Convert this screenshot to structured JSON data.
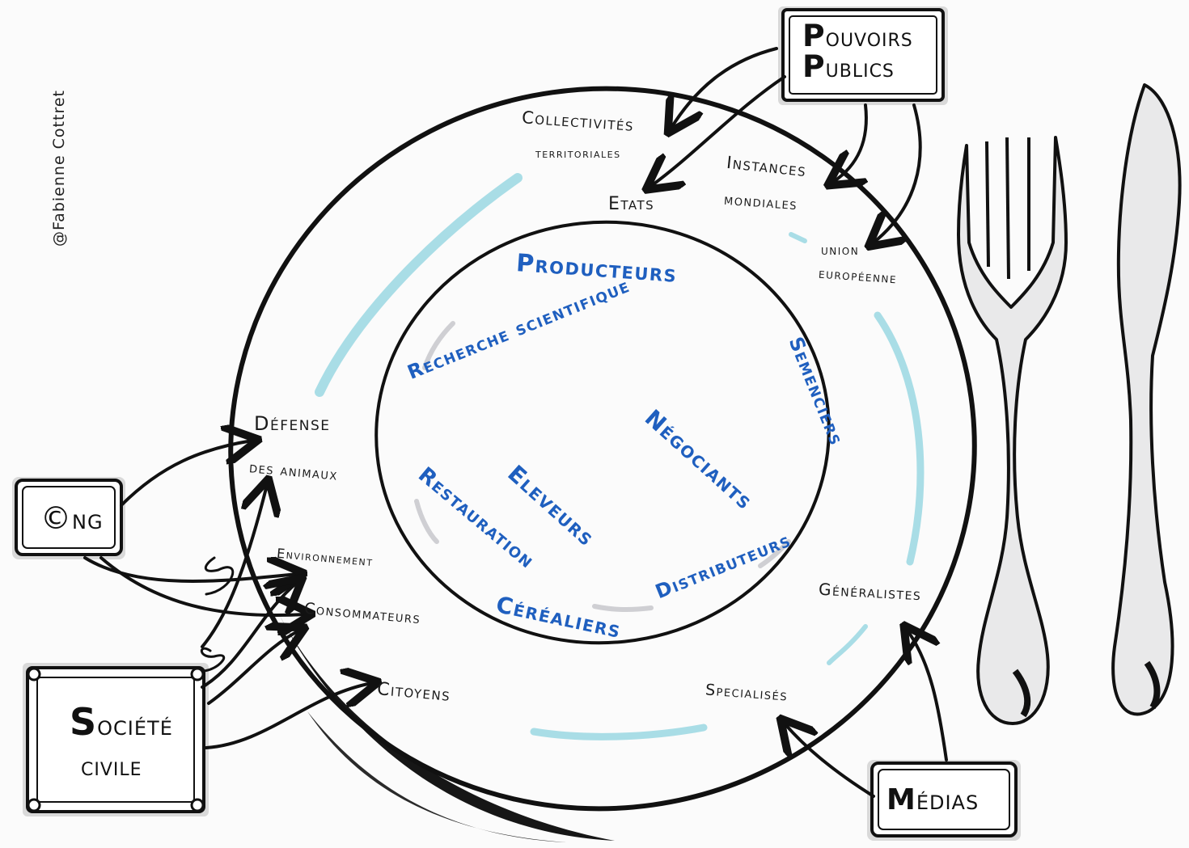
{
  "signature": "@Fabienne Cottret",
  "boxes": {
    "pouvoirs_publics": {
      "line1_cap": "P",
      "line1_rest": "OUVOIRS",
      "line2_cap": "P",
      "line2_rest": "UBLICS"
    },
    "ong": {
      "cap": "©",
      "rest": "NG"
    },
    "societe_civile": {
      "line1_cap": "S",
      "line1_rest": "OCIÉTÉ",
      "line2": "CIVILE"
    },
    "medias": {
      "cap": "M",
      "rest": "ÉDIAS"
    }
  },
  "outer_ring_labels": {
    "collectivites_l1": "Collectivités",
    "collectivites_l2": "territoriales",
    "etats": "Etats",
    "instances_l1": "Instances",
    "instances_l2": "mondiales",
    "union_l1": "union",
    "union_l2": "européenne",
    "defense_l1": "Défense",
    "defense_l2": "des animaux",
    "environnement": "Environnement",
    "consommateurs": "Consommateurs",
    "citoyens": "Citoyens",
    "generalistes": "Généralistes",
    "specialises": "Specialisés"
  },
  "inner_labels": {
    "producteurs": "Producteurs",
    "recherche": "Recherche scientifique",
    "semenciers": "Semenciers",
    "negociants": "Négociants",
    "eleveurs": "Eleveurs",
    "restauration": "Restauration",
    "distributeurs": "Distributeurs",
    "cerealiers": "Céréaliers"
  },
  "colors": {
    "ink": "#111111",
    "blue_text": "#1f5fbf",
    "highlight": "#a9dde6",
    "shadow_grey": "#cfcfd3"
  }
}
